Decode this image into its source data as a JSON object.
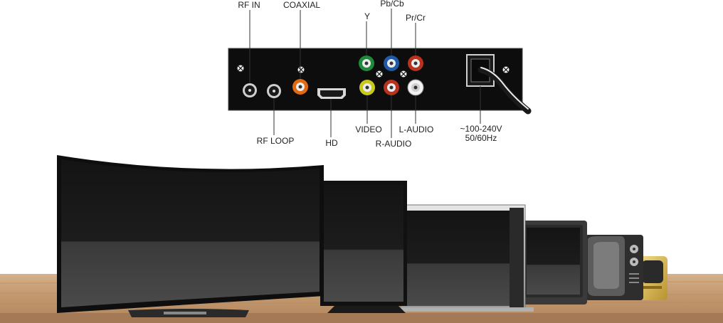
{
  "panel": {
    "labels": {
      "rf_in": "RF IN",
      "coaxial": "COAXIAL",
      "y": "Y",
      "pb_cb": "Pb/Cb",
      "pr_cr": "Pr/Cr",
      "rf_loop": "RF LOOP",
      "hd": "HD",
      "video": "VIDEO",
      "r_audio": "R-AUDIO",
      "l_audio": "L-AUDIO",
      "power_line1": "~100-240V",
      "power_line2": "50/60Hz"
    },
    "colors": {
      "panel_body": "#0d0d0d",
      "coaxial": "#e06a12",
      "y": "#1f8a3c",
      "pb_cb": "#1e5aa8",
      "pr_cr": "#b8321e",
      "video": "#c9c81c",
      "r_audio": "#b8321e",
      "l_audio": "#f2f2f2"
    }
  },
  "scene": {
    "colors": {
      "table_top": "#c9a27c",
      "table_edge": "#a37a55"
    },
    "tv_types": [
      "curved-tv",
      "flat-tv",
      "laptop-screen",
      "monitor",
      "crt-tv",
      "vintage-tv",
      "retro-tv"
    ]
  }
}
